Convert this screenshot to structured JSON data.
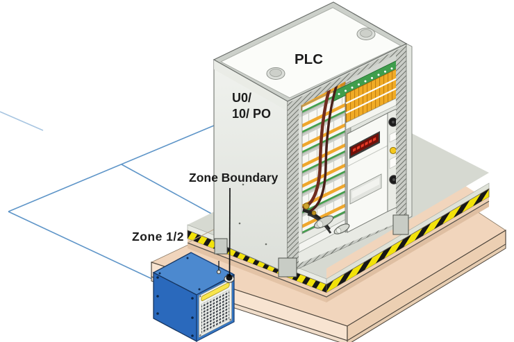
{
  "diagram": {
    "labels": {
      "plc": "PLC",
      "cabinet_marking_line1": "U0/",
      "cabinet_marking_line2": "10/ PO",
      "zone_boundary": "Zone Boundary",
      "zone_designation": "Zone 1/2"
    },
    "colors": {
      "zone_line": "#5e95c8",
      "pointer_line": "#141414",
      "label_text": "#1c1c1c",
      "cabinet_wall": "#e9ebe6",
      "cabinet_top": "#fbfcf9",
      "hazard_yellow": "#f2e20a",
      "hazard_black": "#161616",
      "platform_top": "#f1d5bc",
      "platform_front_left": "#f8e4d1",
      "platform_front_right": "#eccfb2",
      "cabinet_pad": "#d6d9d1",
      "device_blue_top": "#4c89cf",
      "device_blue_side": "#2a69bc",
      "device_frame_blue": "#3577c4",
      "display_red": "#701009",
      "display_segment": "#e83a26",
      "terminal_orange": "#f0ab26",
      "terminal_green": "#3f9e4d",
      "cable_brown": "#6f2c1f"
    }
  }
}
